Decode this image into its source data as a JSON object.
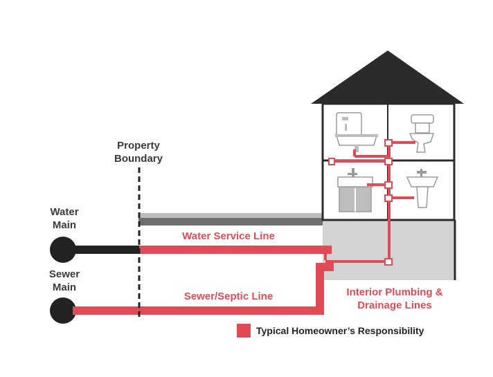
{
  "labels": {
    "property_boundary_line1": "Property",
    "property_boundary_line2": "Boundary",
    "water_main_line1": "Water",
    "water_main_line2": "Main",
    "sewer_main_line1": "Sewer",
    "sewer_main_line2": "Main",
    "water_service_line": "Water Service Line",
    "sewer_septic_line": "Sewer/Septic Line",
    "interior_line1": "Interior Plumbing &",
    "interior_line2": "Drainage Lines"
  },
  "legend": {
    "label": "Typical Homeowner’s Responsibility"
  },
  "colors": {
    "responsibility_red": "#e04b55",
    "main_black": "#222222",
    "house_outline": "#2b2b2b",
    "basement_gray": "#d3d3d3",
    "ground_gray": "#6e6e6e",
    "fixture_gray": "#bdbdbd"
  },
  "icons": [
    "water-heater-icon",
    "sink-icon",
    "toilet-icon",
    "vanity-icon",
    "pedestal-sink-icon"
  ]
}
